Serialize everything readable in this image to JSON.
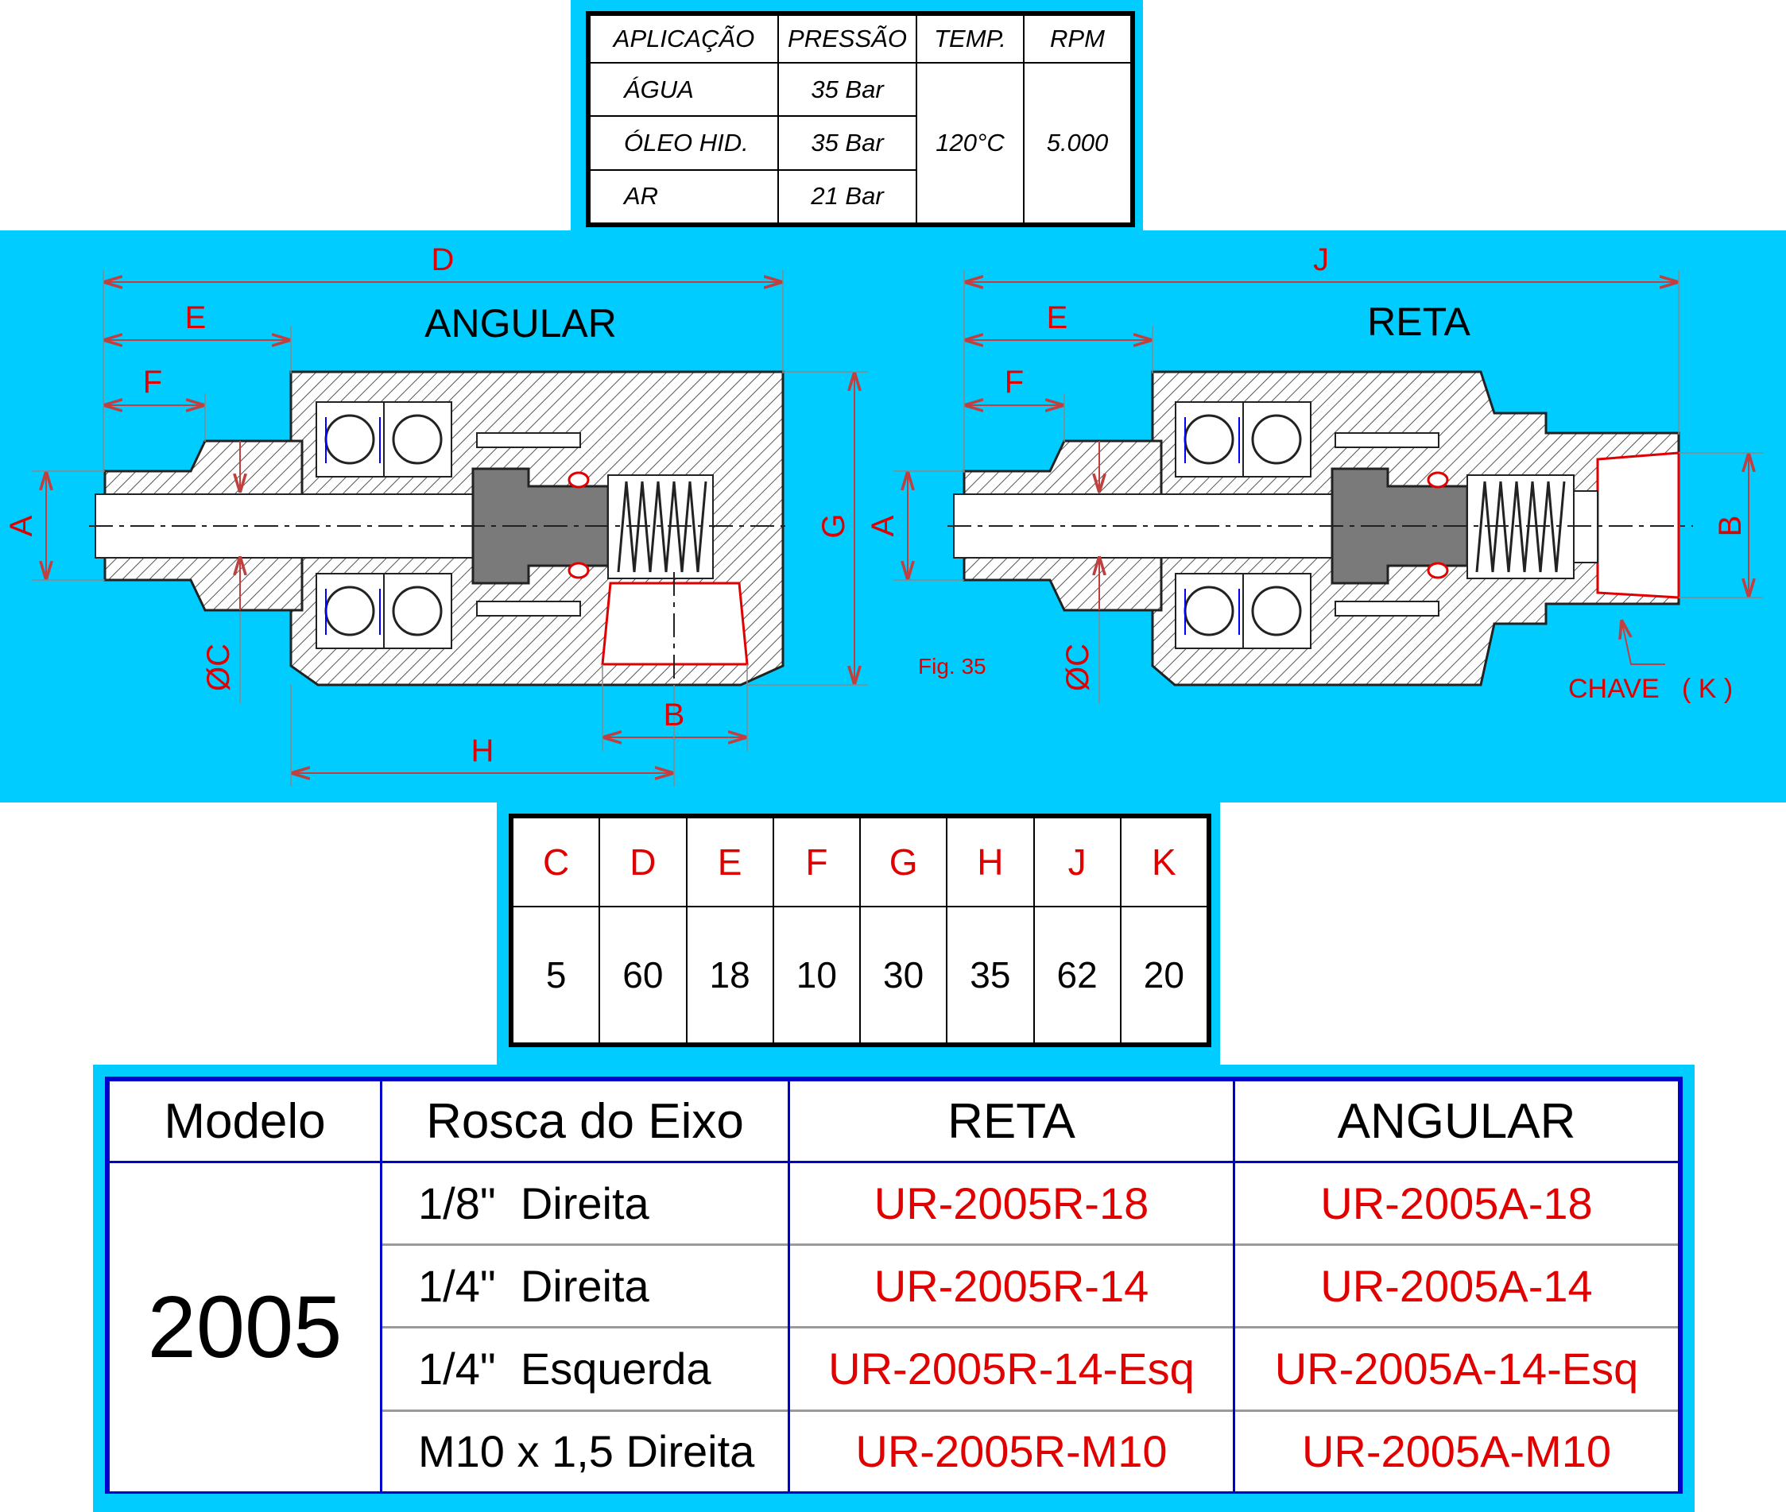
{
  "colors": {
    "background_band": "#00CCFF",
    "dimension_red": "#E00000",
    "table_border_blue": "#0000CC"
  },
  "app_table": {
    "headers": [
      "APLICAÇÃO",
      "PRESSÃO",
      "TEMP.",
      "RPM"
    ],
    "rows": [
      {
        "app": "ÁGUA",
        "pressure": "35 Bar"
      },
      {
        "app": "ÓLEO HID.",
        "pressure": "35 Bar"
      },
      {
        "app": "AR",
        "pressure": "21 Bar"
      }
    ],
    "temp": "120°C",
    "rpm": "5.000"
  },
  "drawing": {
    "angular_title": "ANGULAR",
    "reta_title": "RETA",
    "fig_label": "Fig. 35",
    "chave_label": "CHAVE   ( K )",
    "dims": {
      "D": "D",
      "E": "E",
      "F": "F",
      "A": "A",
      "G": "G",
      "C": "ØC",
      "B": "B",
      "H": "H",
      "J": "J"
    }
  },
  "dim_table": {
    "headers": [
      "C",
      "D",
      "E",
      "F",
      "G",
      "H",
      "J",
      "K"
    ],
    "values": [
      "5",
      "60",
      "18",
      "10",
      "30",
      "35",
      "62",
      "20"
    ]
  },
  "model_table": {
    "headers": [
      "Modelo",
      "Rosca do Eixo",
      "RETA",
      "ANGULAR"
    ],
    "model": "2005",
    "rows": [
      {
        "thread": "1/8\"  Direita",
        "reta": "UR-2005R-18",
        "angular": "UR-2005A-18"
      },
      {
        "thread": "1/4\"  Direita",
        "reta": "UR-2005R-14",
        "angular": "UR-2005A-14"
      },
      {
        "thread": "1/4\"  Esquerda",
        "reta": "UR-2005R-14-Esq",
        "angular": "UR-2005A-14-Esq"
      },
      {
        "thread": "M10 x 1,5 Direita",
        "reta": "UR-2005R-M10",
        "angular": "UR-2005A-M10"
      }
    ]
  }
}
